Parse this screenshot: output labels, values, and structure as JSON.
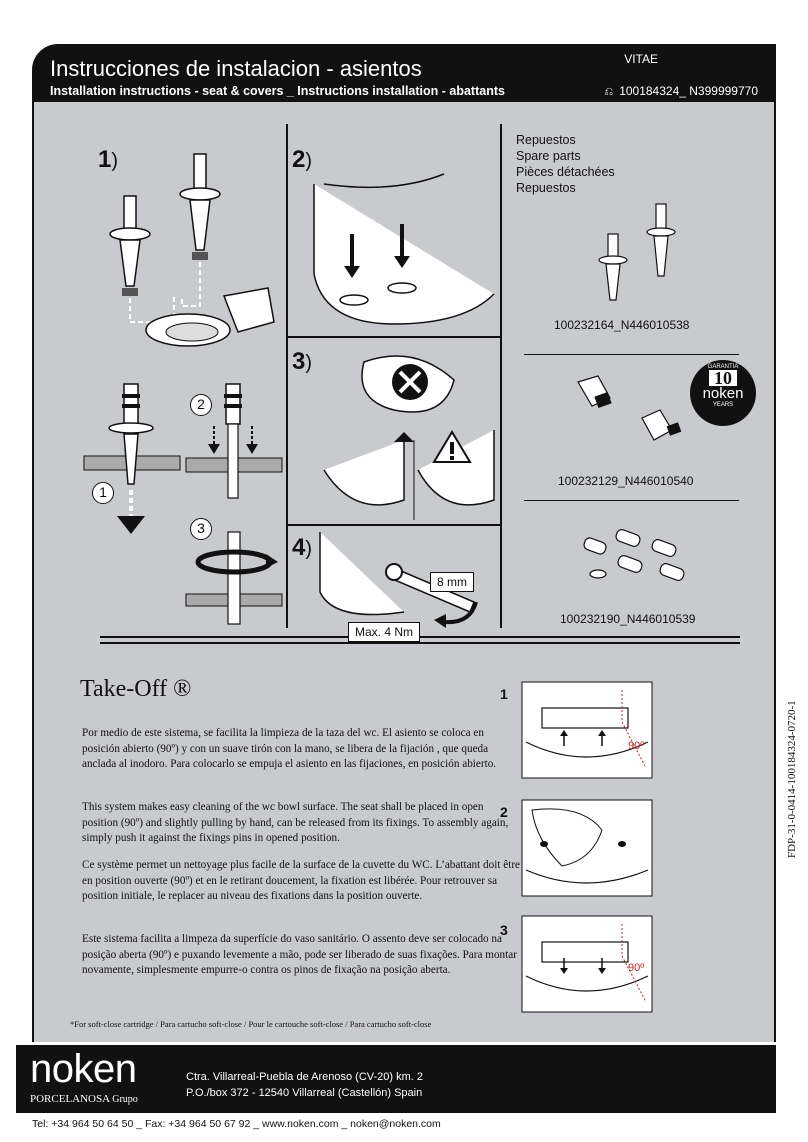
{
  "header": {
    "title": "Instrucciones de instalacion - asientos",
    "subtitle": "Installation instructions - seat & covers _ Instructions installation - abattants",
    "model": "VITAE",
    "product_code": "100184324_ N399999770"
  },
  "install": {
    "steps": [
      "1",
      "2",
      "3",
      "4"
    ],
    "sub_steps": [
      "1",
      "2",
      "3"
    ],
    "wrench_size": "8 mm",
    "torque": "Max. 4 Nm"
  },
  "spare_parts": {
    "titles": [
      "Repuestos",
      "Spare parts",
      "Pièces détachées",
      "Repuestos"
    ],
    "items": [
      {
        "code": "100232164_N446010538"
      },
      {
        "code": "100232129_N446010540"
      },
      {
        "code": "100232190_N446010539"
      }
    ],
    "warranty": {
      "top": "GARANTIA",
      "years": "10",
      "brand": "noken",
      "label": "YEARS"
    }
  },
  "takeoff": {
    "title": "Take-Off ®",
    "paragraphs": [
      "Por medio de este sistema, se facilita la limpieza de la taza del wc.  El asiento se coloca en posición abierto (90º) y con un suave tirón con la mano, se libera de la fijación , que queda anclada al inodoro. Para colocarlo se empuja el asiento en las fijaciones, en posición abierto.",
      "This system makes easy cleaning of the wc bowl surface. The seat shall be placed in open position (90º) and slightly pulling by hand, can be released from its fixings. To assembly again, simply push it against the fixings pins in opened position.",
      "Ce système permet un nettoyage plus facile de la surface de la cuvette du WC. L’abattant doit être en position ouverte (90º) et en le retirant doucement, la fixation est libérée. Pour retrouver sa position initiale, le replacer au niveau des fixations dans la position ouverte.",
      "Este sistema facilita a limpeza da superfície do vaso sanitário. O assento deve ser colocado na posição aberta (90º) e puxando levemente a mão, pode ser liberado de suas fixações. Para montar novamente, simplesmente empurre-o contra os pinos de fixação na posição aberta."
    ],
    "steps": [
      "1",
      "2",
      "3"
    ],
    "angle_label": "90º",
    "footnote": "*For soft-close cartridge / Para cartucho soft-close / Pour le cartouche soft-close / Para cartucho soft-close"
  },
  "side_code": "FDP-31-0-0414-100184324-0720-1",
  "footer": {
    "brand": "noken",
    "group": "PORCELANOSA",
    "group_suffix": "Grupo",
    "address_line1": "Ctra.  Villarreal-Puebla  de  Arenoso  (CV-20)  km.  2",
    "address_line2": "P.O./box  372  -  12540  Villarreal  (Castellón)  Spain",
    "contact": "Tel:  +34 964 50 64 50 _ Fax: +34 964 50 67 92 _ www.noken.com _ noken@noken.com"
  }
}
